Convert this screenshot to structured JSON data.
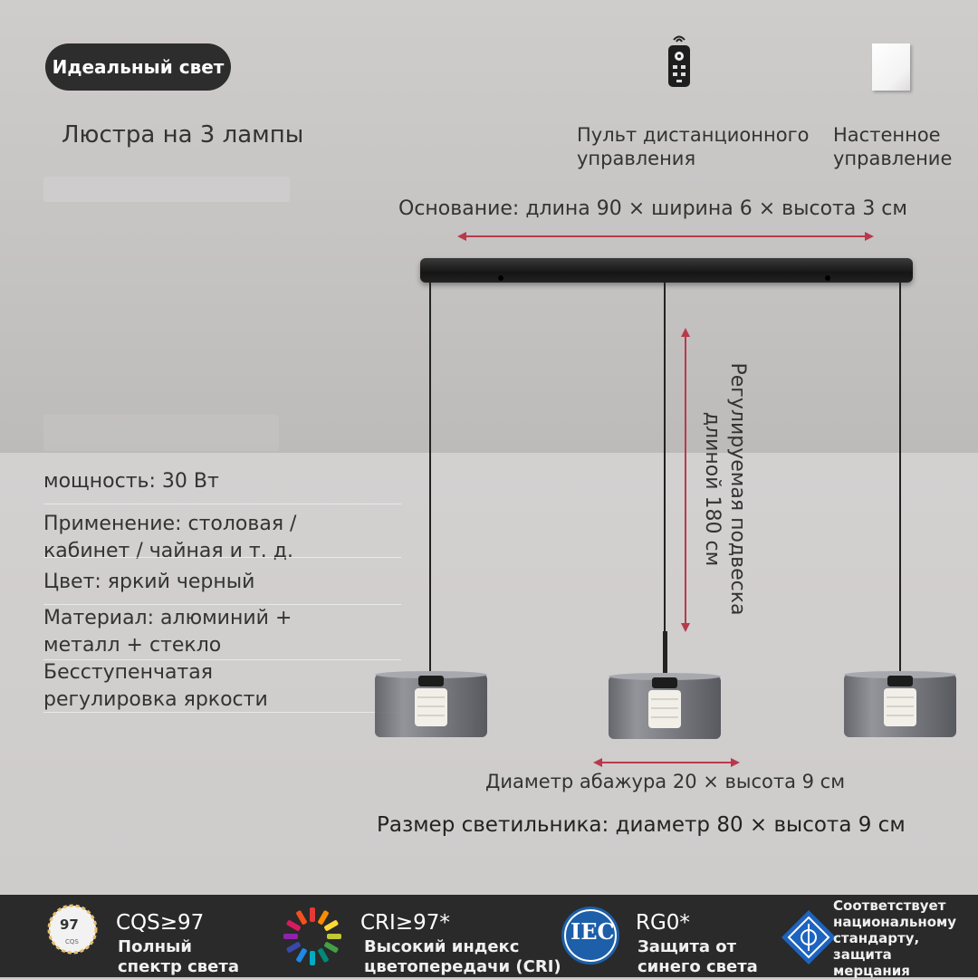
{
  "header": {
    "brand": "Идеальный свет",
    "subtitle": "Люстра на 3 лампы"
  },
  "controls": [
    {
      "icon": "remote-control-icon",
      "line1": "Пульт дистанционного",
      "line2": "управления"
    },
    {
      "icon": "wall-switch-icon",
      "line1": "Настенное",
      "line2": "управление"
    }
  ],
  "dimensions": {
    "base": "Основание: длина 90 × ширина 6 × высота 3 см",
    "drop_line1": "Регулируемая подвеска",
    "drop_line2": "длиной 180 см",
    "shade": "Диаметр абажура 20 × высота 9 см",
    "overall": "Размер светильника: диаметр 80 × высота 9 см"
  },
  "specs": [
    {
      "line1": "мощность: 30 Вт",
      "line2": ""
    },
    {
      "line1": "Применение: столовая /",
      "line2": "кабинет / чайная и т. д."
    },
    {
      "line1": "Цвет: яркий черный",
      "line2": ""
    },
    {
      "line1": "Материал: алюминий +",
      "line2": "металл + стекло"
    },
    {
      "line1": "Бесступенчатая",
      "line2": "регулировка яркости"
    }
  ],
  "features": [
    {
      "icon": "cqs-badge-icon",
      "badge": "97",
      "badge_sub": "CQS",
      "title": "CQS≥97",
      "line1": "Полный",
      "line2": "спектр света"
    },
    {
      "icon": "color-wheel-icon",
      "title": "CRI≥97*",
      "line1": "Высокий индекс",
      "line2": "цветопередачи (CRI)"
    },
    {
      "icon": "iec-logo-icon",
      "badge": "IEC",
      "title": "RG0*",
      "line1": "Защита от",
      "line2": "синего света"
    },
    {
      "icon": "standard-diamond-icon",
      "line1": "Соответствует",
      "line2": "национальному",
      "line3": "стандарту, защита",
      "line4": "мерцания"
    }
  ],
  "colors": {
    "arrow": "#b83a4a",
    "dark": "#2a2a2a",
    "wall": "#c9c6c6"
  }
}
